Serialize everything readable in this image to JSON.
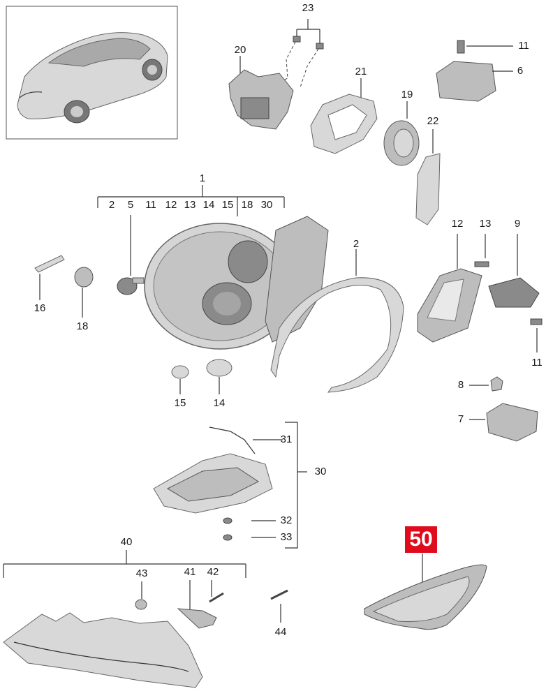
{
  "diagram": {
    "bracket_labels": [
      "1",
      "30",
      "40"
    ],
    "group1_sublabels": [
      "2",
      "5",
      "11",
      "12",
      "13",
      "14",
      "15",
      "18",
      "30"
    ],
    "callouts": {
      "p23": "23",
      "p20": "20",
      "p21": "21",
      "p19": "19",
      "p22": "22",
      "p11a": "11",
      "p6": "6",
      "p2": "2",
      "p5": "5",
      "p16": "16",
      "p18": "18",
      "p15": "15",
      "p14": "14",
      "p12": "12",
      "p13": "13",
      "p9": "9",
      "p11b": "11",
      "p8": "8",
      "p7": "7",
      "p31": "31",
      "p32": "32",
      "p33": "33",
      "p43": "43",
      "p41": "41",
      "p42": "42",
      "p44": "44"
    },
    "highlight_label": "50",
    "highlight_color": "#e00b1c"
  }
}
